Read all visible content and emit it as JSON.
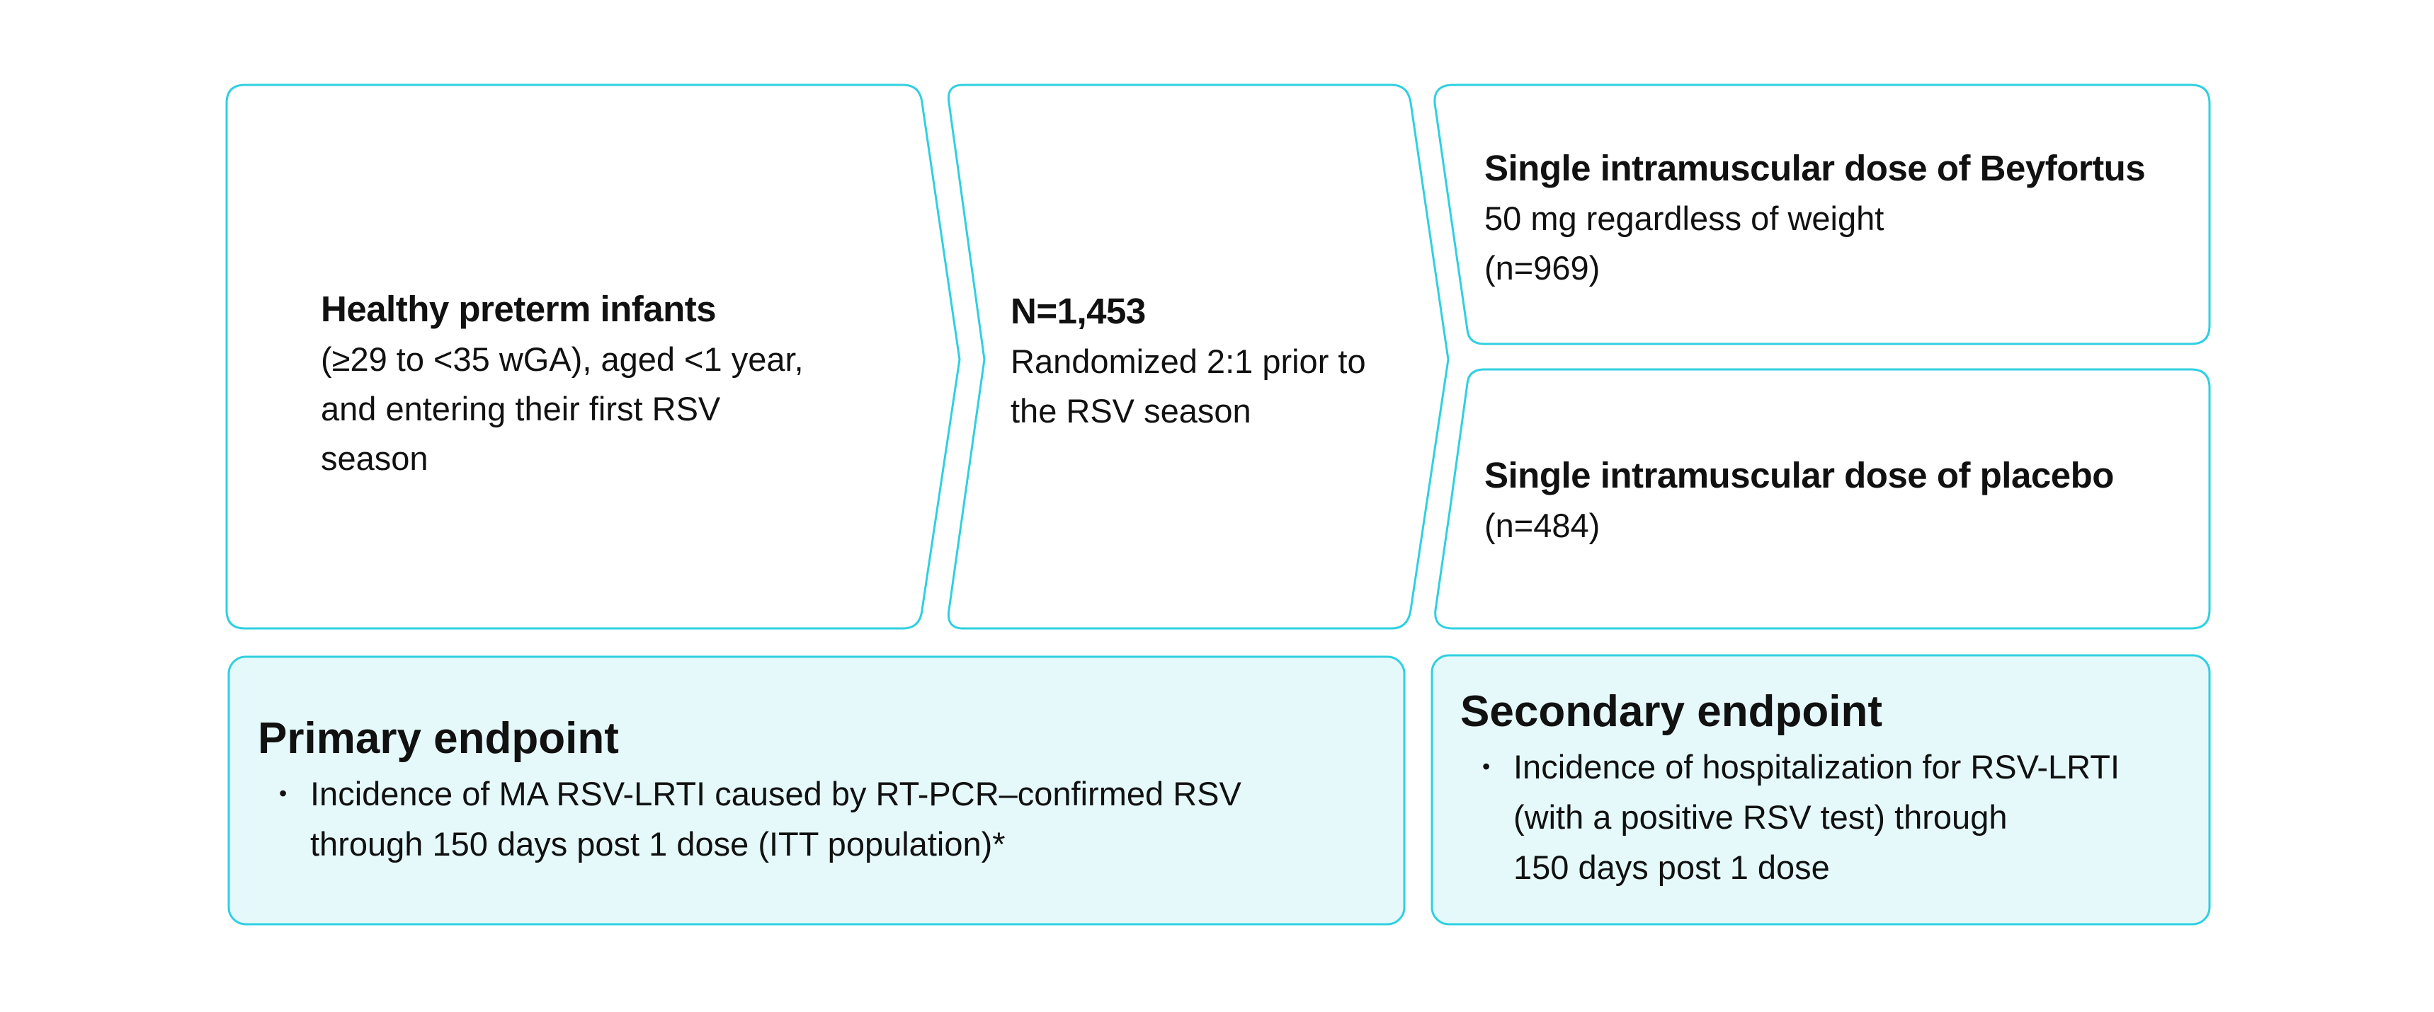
{
  "colors": {
    "border": "#2fd0e0",
    "endpoint_fill": "#e5f9fb",
    "text": "#111111"
  },
  "population": {
    "title": "Healthy preterm infants",
    "lines": [
      "(≥29 to <35 wGA), aged <1 year,",
      "and entering their first RSV",
      "season"
    ]
  },
  "randomization": {
    "title": "N=1,453",
    "lines": [
      "Randomized 2:1 prior to",
      "the RSV season"
    ]
  },
  "arm_beyfortus": {
    "title": "Single intramuscular dose of Beyfortus",
    "lines": [
      "50 mg regardless of weight",
      "(n=969)"
    ]
  },
  "arm_placebo": {
    "title": "Single intramuscular dose of placebo",
    "lines": [
      "(n=484)"
    ]
  },
  "primary_endpoint": {
    "title": "Primary endpoint",
    "bullet_lines": [
      "Incidence of MA RSV-LRTI caused by RT-PCR–confirmed RSV",
      "through 150 days post 1 dose (ITT population)*"
    ]
  },
  "secondary_endpoint": {
    "title": "Secondary endpoint",
    "bullet_lines": [
      "Incidence of hospitalization for RSV-LRTI",
      "(with a positive RSV test) through",
      "150 days post 1 dose"
    ]
  }
}
